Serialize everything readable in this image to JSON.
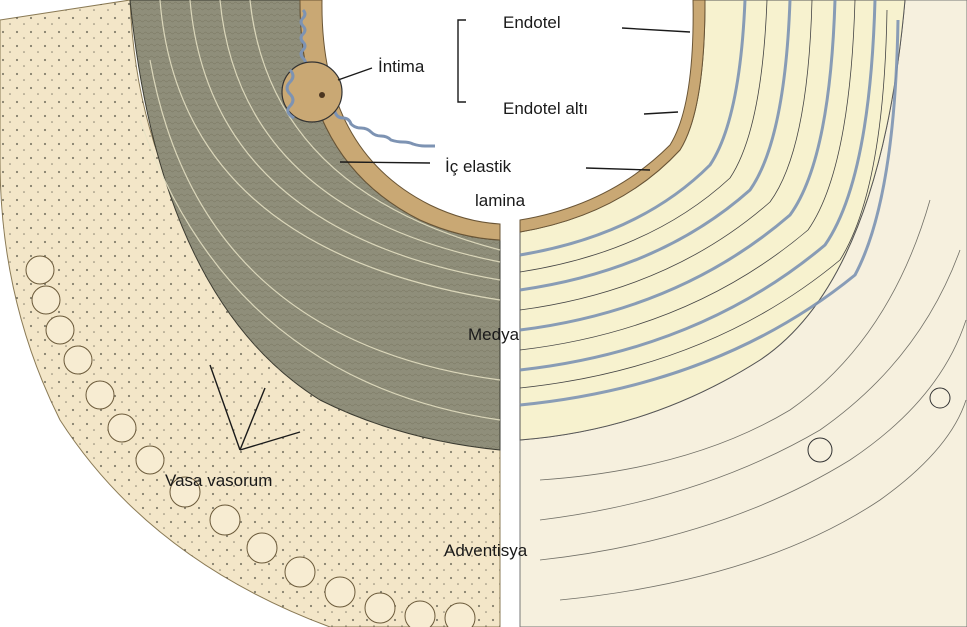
{
  "labels": {
    "endotel": "Endotel",
    "intima": "İntima",
    "endotel_alti": "Endotel altı",
    "ic_elastik": "İç elastik",
    "lamina": "lamina",
    "medya": "Medya",
    "vasa_vasorum": "Vasa vasorum",
    "adventisya": "Adventisya"
  },
  "colors": {
    "adventitia": "#f3e6c8",
    "media_left": "#8f8e7a",
    "media_right": "#f7f2cf",
    "intima": "#c9a874",
    "elastic": "#9fb0c8",
    "background": "#ffffff"
  }
}
